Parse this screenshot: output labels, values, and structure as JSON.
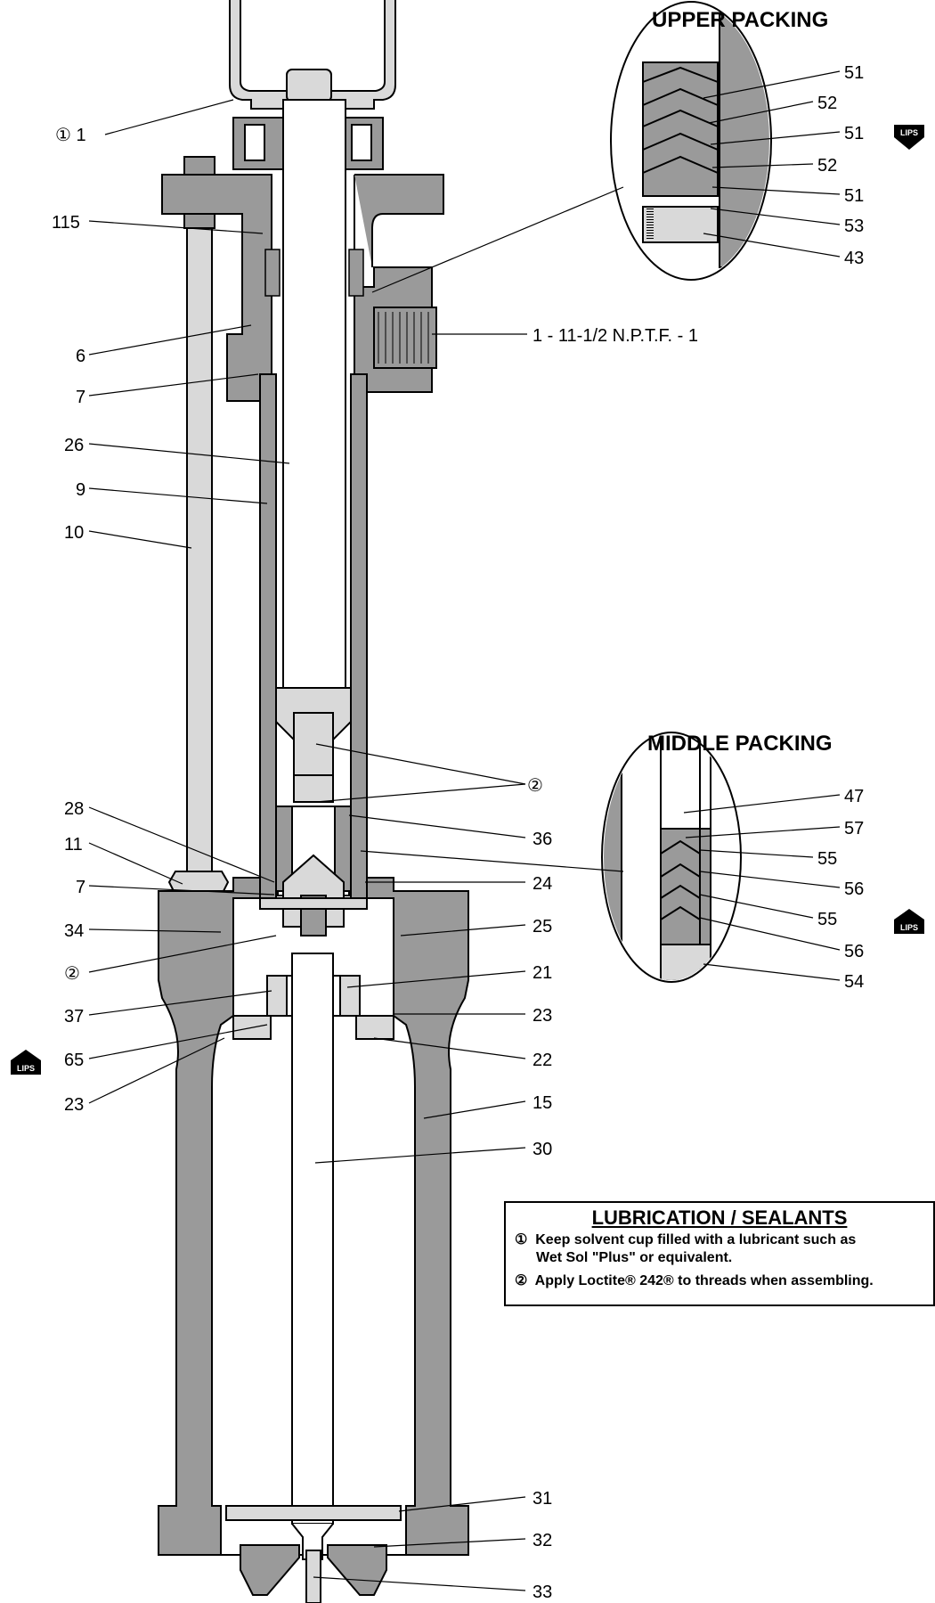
{
  "headers": {
    "upper": "UPPER PACKING",
    "middle": "MIDDLE PACKING"
  },
  "labels": {
    "l1": "① 1",
    "l115": "115",
    "l6": "6",
    "l7a": "7",
    "l26": "26",
    "l9": "9",
    "l10": "10",
    "l28": "28",
    "l11": "11",
    "l7b": "7",
    "l34": "34",
    "l2c": "②",
    "l37": "37",
    "l65": "65",
    "l23a": "23",
    "npt": "1 - 11-1/2 N.P.T.F. - 1",
    "l2b": "②",
    "l36": "36",
    "l24": "24",
    "l25": "25",
    "l21": "21",
    "l23b": "23",
    "l22": "22",
    "l15": "15",
    "l30": "30",
    "l31": "31",
    "l32": "32",
    "l33": "33"
  },
  "upper_packing": [
    "51",
    "52",
    "51",
    "52",
    "51",
    "53",
    "43"
  ],
  "middle_packing": [
    "47",
    "57",
    "55",
    "56",
    "55",
    "56",
    "54"
  ],
  "lips_icon_text": "LIPS",
  "lubrication": {
    "title": "LUBRICATION / SEALANTS",
    "note1_sym": "①",
    "note1_a": "Keep solvent cup filled with a lubricant such as",
    "note1_b": "Wet Sol \"Plus\" or equivalent.",
    "note2_sym": "②",
    "note2": "Apply Loctite® 242® to threads when assembling."
  },
  "colors": {
    "metal": "#9a9a9a",
    "light_metal": "#d9d9d9",
    "line": "#000000"
  }
}
